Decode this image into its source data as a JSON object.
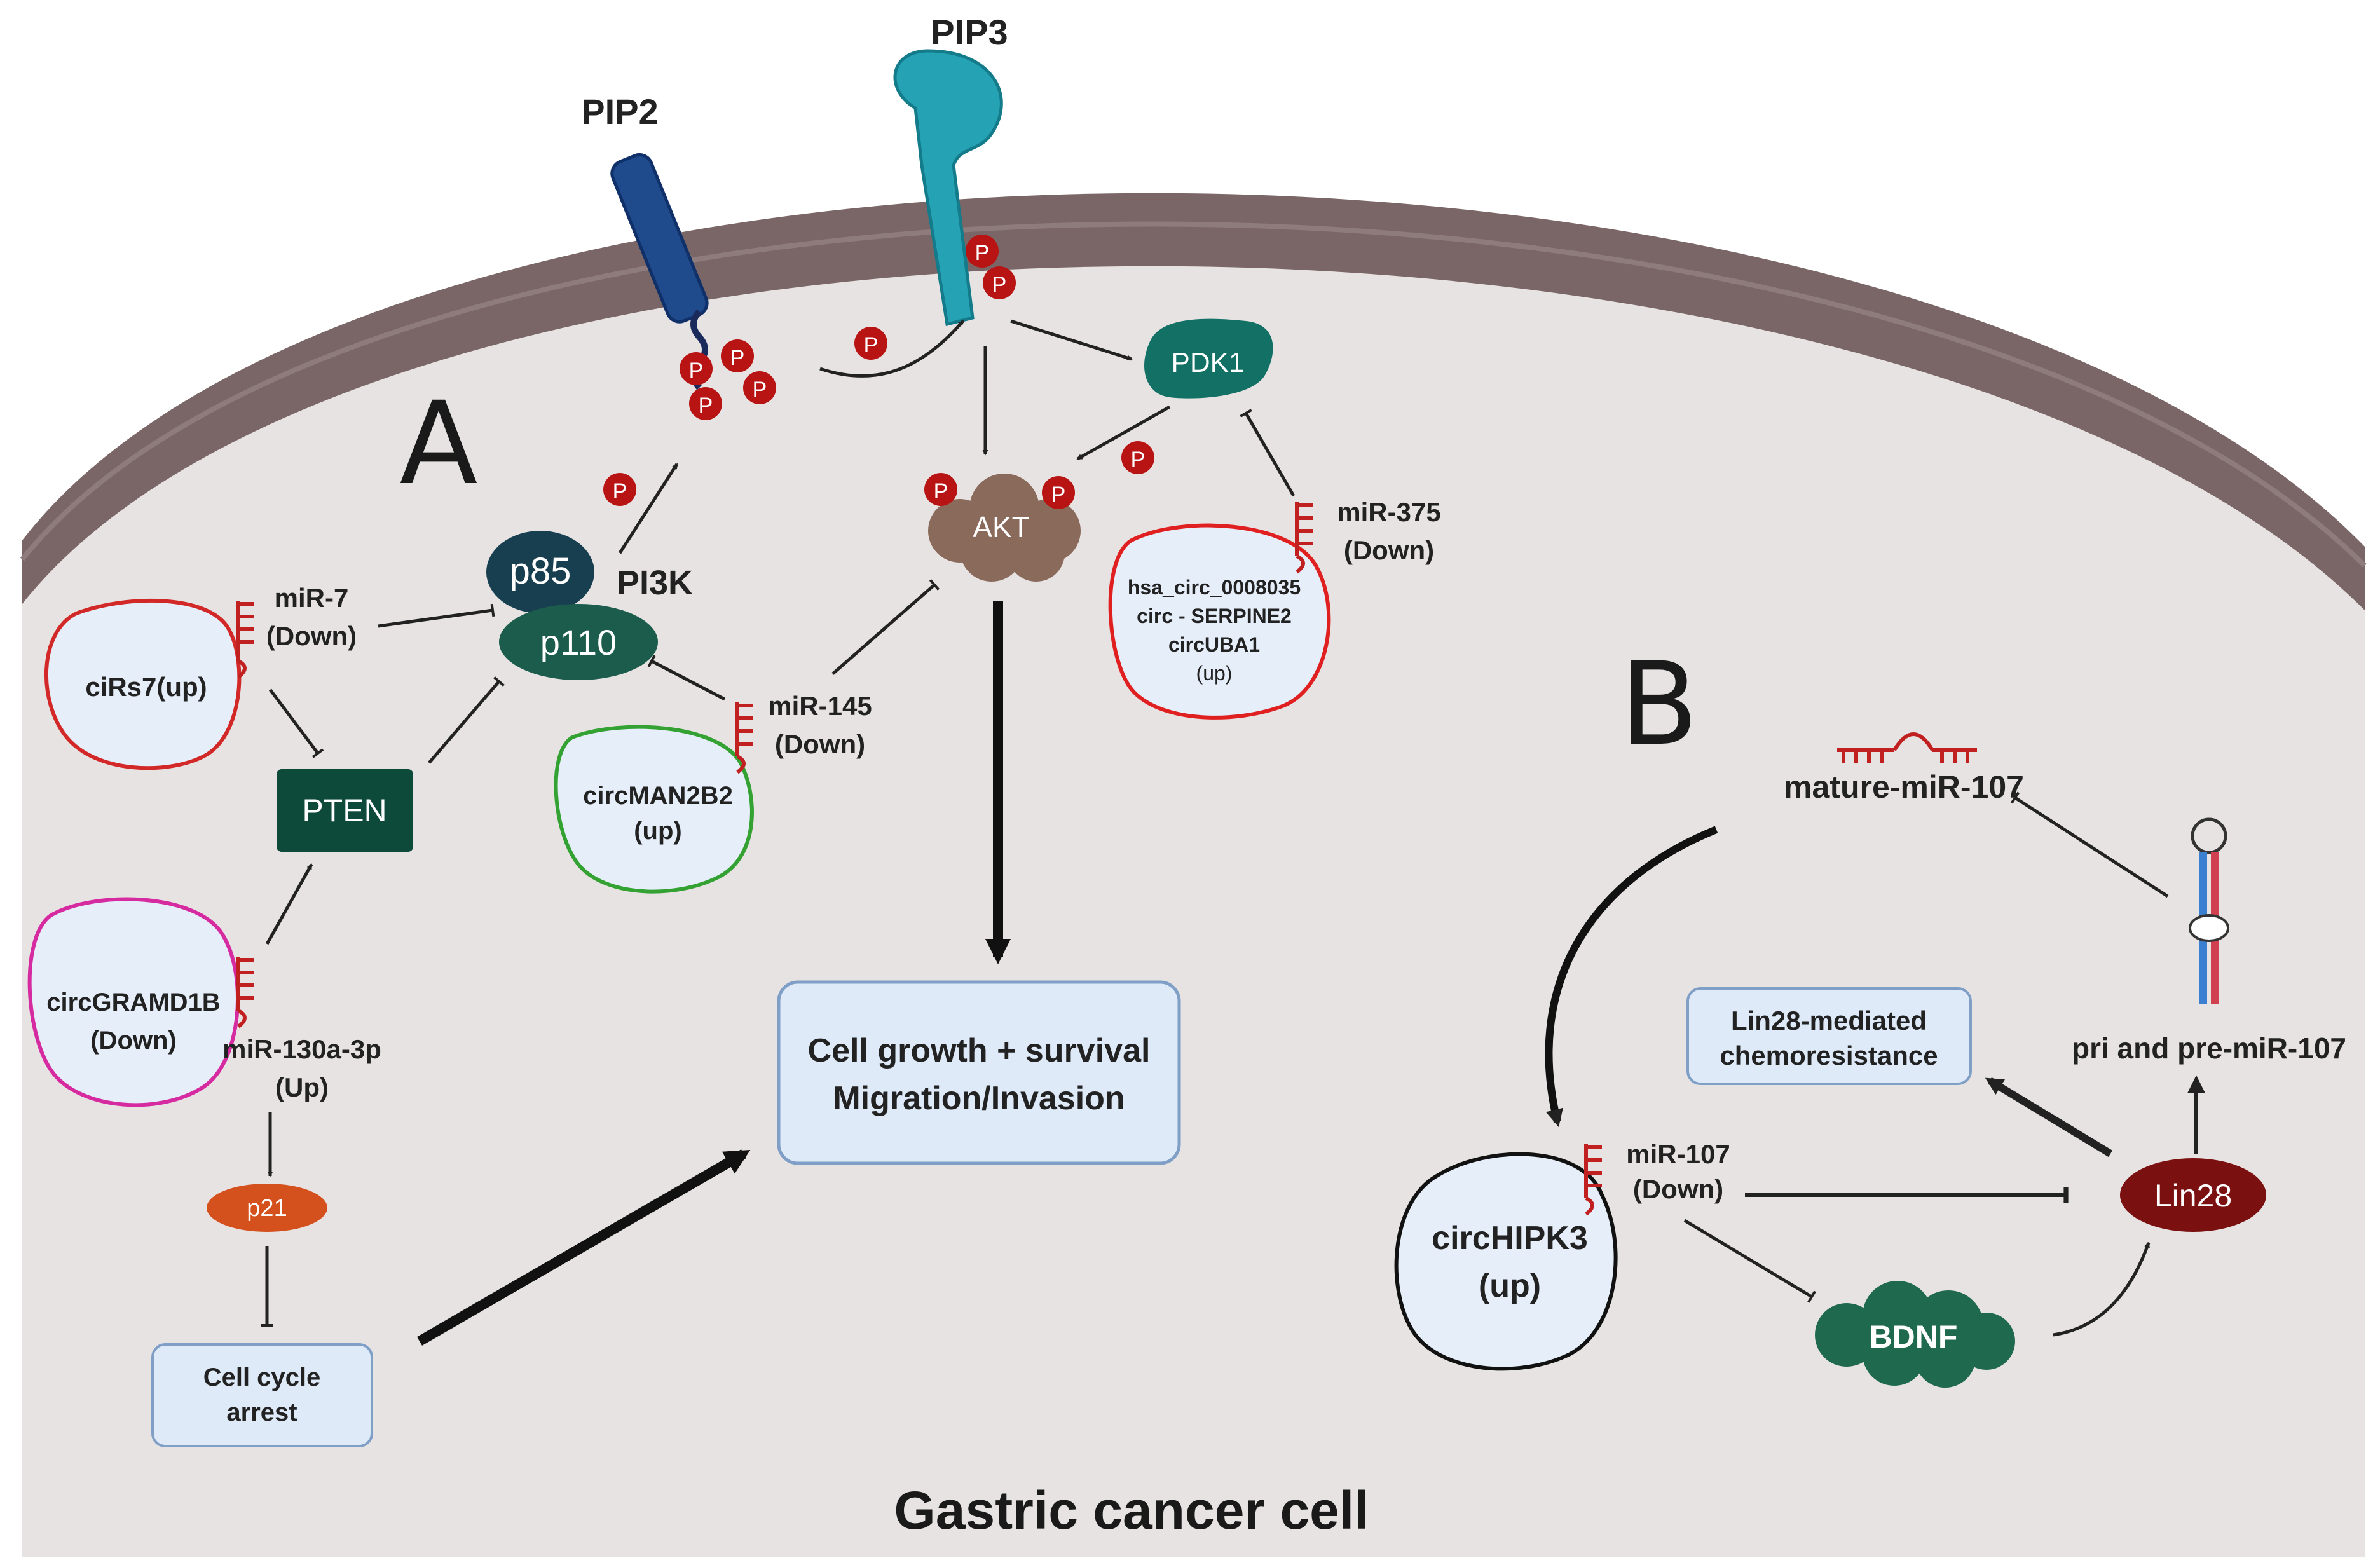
{
  "title": "Gastric cancer cell",
  "panel_a": {
    "label": "A",
    "pip2": "PIP2",
    "pip3": "PIP3",
    "phospho": "P",
    "pdk1": "PDK1",
    "akt": "AKT",
    "p85": "p85",
    "p110": "p110",
    "pi3k": "PI3K",
    "pten": "PTEN",
    "p21": "p21",
    "mir7": {
      "name": "miR-7",
      "status": "(Down)"
    },
    "mir145": {
      "name": "miR-145",
      "status": "(Down)"
    },
    "mir375": {
      "name": "miR-375",
      "status": "(Down)"
    },
    "mir130": {
      "name": "miR-130a-3p",
      "status": "(Up)"
    },
    "cirs7": "ciRs7(up)",
    "circman": {
      "name": "circMAN2B2",
      "status": "(up)"
    },
    "circgramd": {
      "name": "circGRAMD1B",
      "status": "(Down)"
    },
    "circ_group": {
      "line1": "hsa_circ_0008035",
      "line2": "circ - SERPINE2",
      "line3": "circUBA1",
      "status": "(up)"
    },
    "outcome": {
      "line1": "Cell growth + survival",
      "line2": "Migration/Invasion"
    },
    "arrest": {
      "line1": "Cell cycle",
      "line2": "arrest"
    }
  },
  "panel_b": {
    "label": "B",
    "mature": "mature-miR-107",
    "pri": "pri and pre-miR-107",
    "chemo": {
      "line1": "Lin28-mediated",
      "line2": "chemoresistance"
    },
    "lin28": "Lin28",
    "bdnf": "BDNF",
    "mir107": {
      "name": "miR-107",
      "status": "(Down)"
    },
    "circhipk": {
      "name": "circHIPK3",
      "status": "(up)"
    }
  },
  "colors": {
    "membrane": "#7a6666",
    "cytoplasm": "#e8e3e3",
    "phospho": "#b81414",
    "pten": "#0e4a3a",
    "p110": "#1b5c4c",
    "p85": "#173f4f",
    "pdk1": "#137065",
    "akt": "#8a6a5a",
    "p21": "#d4501c",
    "lin28": "#7a1010",
    "bdnf": "#1f6a4e",
    "box_fill": "#dfeaf8",
    "box_stroke": "#7f9fc6"
  }
}
